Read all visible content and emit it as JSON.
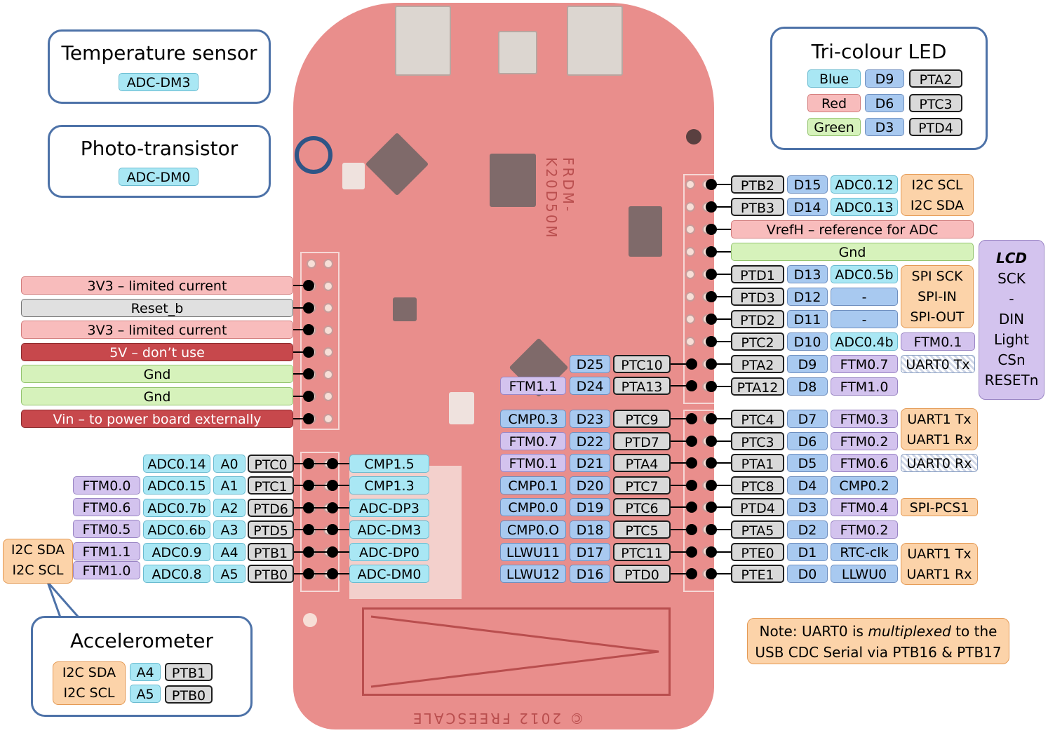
{
  "callouts": {
    "temperature": {
      "title": "Temperature sensor",
      "pin": "ADC-DM3"
    },
    "photo": {
      "title": "Photo-transistor",
      "pin": "ADC-DM0"
    },
    "accelerometer": {
      "title": "Accelerometer",
      "sda": "I2C SDA",
      "scl": "I2C SCL",
      "a4": "A4",
      "a5": "A5",
      "ptb1": "PTB1",
      "ptb0": "PTB0"
    },
    "led": {
      "title": "Tri-colour LED",
      "rows": [
        {
          "color": "Blue",
          "d": "D9",
          "pin": "PTA2"
        },
        {
          "color": "Red",
          "d": "D6",
          "pin": "PTC3"
        },
        {
          "color": "Green",
          "d": "D3",
          "pin": "PTD4"
        }
      ]
    },
    "lcd": {
      "title": "LCD",
      "lines": [
        "SCK",
        "-",
        "DIN",
        "Light",
        "CSn",
        "RESETn"
      ]
    },
    "note": {
      "line1_pre": "Note: UART0 is ",
      "line1_em": "multiplexed",
      "line1_post": " to the",
      "line2": "USB CDC Serial via PTB16 & PTB17"
    }
  },
  "board_text": {
    "top": "FRDM-K20D50M",
    "bottom": "© 2012 FREESCALE"
  },
  "power_header": [
    "3V3 – limited current",
    "Reset_b",
    "3V3 – limited current",
    "5V – don’t use",
    "Gnd",
    "Gnd",
    "Vin – to power board externally"
  ],
  "left_analog": {
    "ftm": [
      "FTM0.0",
      "FTM0.6",
      "FTM0.5",
      "FTM1.1",
      "FTM1.0"
    ],
    "i2c": [
      "I2C SDA",
      "I2C SCL"
    ],
    "adc": [
      "ADC0.14",
      "ADC0.15",
      "ADC0.7b",
      "ADC0.6b",
      "ADC0.9",
      "ADC0.8"
    ],
    "a": [
      "A0",
      "A1",
      "A2",
      "A3",
      "A4",
      "A5"
    ],
    "pins": [
      "PTC0",
      "PTC1",
      "PTD6",
      "PTD5",
      "PTB1",
      "PTB0"
    ],
    "inner": [
      "CMP1.5",
      "CMP1.3",
      "ADC-DP3",
      "ADC-DM3",
      "ADC-DP0",
      "ADC-DM0"
    ]
  },
  "right_top": {
    "rows": [
      {
        "pin": "PTB2",
        "d": "D15",
        "adc": "ADC0.12"
      },
      {
        "pin": "PTB3",
        "d": "D14",
        "adc": "ADC0.13"
      },
      {
        "full": "VrefH – reference for ADC"
      },
      {
        "full": "Gnd"
      },
      {
        "pin": "PTD1",
        "d": "D13",
        "adc": "ADC0.5b"
      },
      {
        "pin": "PTD3",
        "d": "D12",
        "adc": "-"
      },
      {
        "pin": "PTD2",
        "d": "D11",
        "adc": "-"
      },
      {
        "pin": "PTC2",
        "d": "D10",
        "adc": "ADC0.4b",
        "extra": "FTM0.1"
      },
      {
        "pin": "PTA2",
        "d": "D9",
        "adc": "FTM0.7",
        "extra": "UART0 Tx"
      },
      {
        "pin": "PTA12",
        "d": "D8",
        "adc": "FTM1.0"
      }
    ],
    "i2c": [
      "I2C SCL",
      "I2C SDA"
    ],
    "spi": [
      "SPI SCK",
      "SPI-IN",
      "SPI-OUT"
    ]
  },
  "right_inner_top": [
    {
      "d": "D25",
      "pin": "PTC10"
    },
    {
      "ftm": "FTM1.1",
      "d": "D24",
      "pin": "PTA13"
    }
  ],
  "right_inner": [
    {
      "f": "CMP0.3",
      "d": "D23",
      "pin": "PTC9"
    },
    {
      "f": "FTM0.7",
      "d": "D22",
      "pin": "PTD7"
    },
    {
      "f": "FTM0.1",
      "d": "D21",
      "pin": "PTA4"
    },
    {
      "f": "CMP0.1",
      "d": "D20",
      "pin": "PTC7"
    },
    {
      "f": "CMP0.0",
      "d": "D19",
      "pin": "PTC6"
    },
    {
      "f": "CMP0.O",
      "d": "D18",
      "pin": "PTC5"
    },
    {
      "f": "LLWU11",
      "d": "D17",
      "pin": "PTC11"
    },
    {
      "f": "LLWU12",
      "d": "D16",
      "pin": "PTD0"
    }
  ],
  "right_outer": [
    {
      "pin": "PTC4",
      "d": "D7",
      "f": "FTM0.3"
    },
    {
      "pin": "PTC3",
      "d": "D6",
      "f": "FTM0.2"
    },
    {
      "pin": "PTA1",
      "d": "D5",
      "f": "FTM0.6",
      "extra": "UART0 Rx"
    },
    {
      "pin": "PTC8",
      "d": "D4",
      "f": "CMP0.2"
    },
    {
      "pin": "PTD4",
      "d": "D3",
      "f": "FTM0.4",
      "extra": "SPI-PCS1"
    },
    {
      "pin": "PTA5",
      "d": "D2",
      "f": "FTM0.2"
    },
    {
      "pin": "PTE0",
      "d": "D1",
      "f": "RTC-clk"
    },
    {
      "pin": "PTE1",
      "d": "D0",
      "f": "LLWU0"
    }
  ],
  "uart1_a": [
    "UART1 Tx",
    "UART1 Rx"
  ],
  "uart1_b": [
    "UART1 Tx",
    "UART1 Rx"
  ]
}
